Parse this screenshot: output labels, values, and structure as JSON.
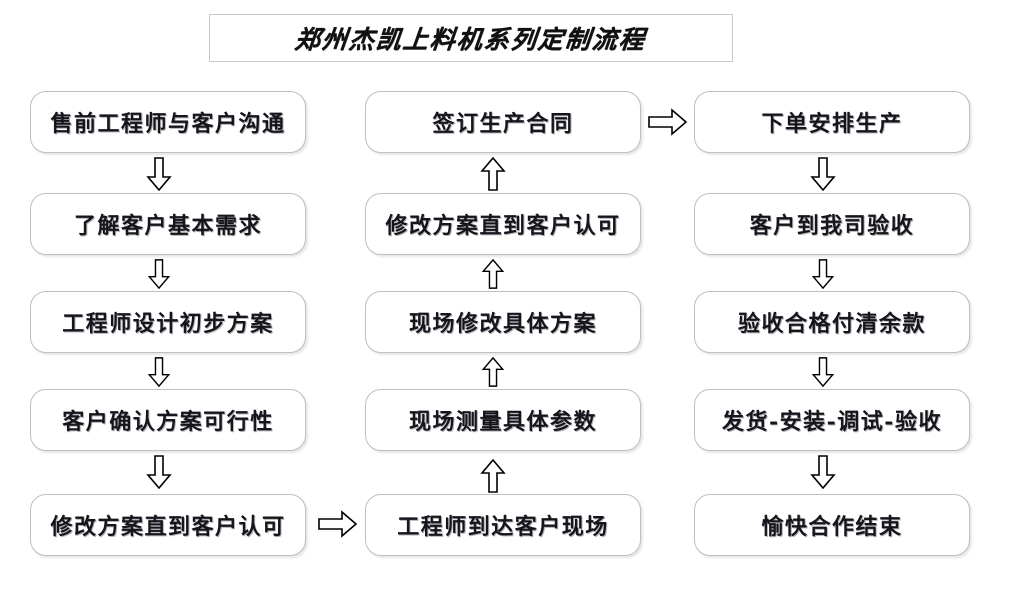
{
  "title": {
    "text": "郑州杰凯上料机系列定制流程"
  },
  "flow": {
    "left_column": [
      {
        "id": "node-l1",
        "label": "售前工程师与客户沟通"
      },
      {
        "id": "node-l2",
        "label": "了解客户基本需求"
      },
      {
        "id": "node-l3",
        "label": "工程师设计初步方案"
      },
      {
        "id": "node-l4",
        "label": "客户确认方案可行性"
      },
      {
        "id": "node-l5",
        "label": "修改方案直到客户认可"
      }
    ],
    "middle_column": [
      {
        "id": "node-m1",
        "label": "签订生产合同"
      },
      {
        "id": "node-m2",
        "label": "修改方案直到客户认可"
      },
      {
        "id": "node-m3",
        "label": "现场修改具体方案"
      },
      {
        "id": "node-m4",
        "label": "现场测量具体参数"
      },
      {
        "id": "node-m5",
        "label": "工程师到达客户现场"
      }
    ],
    "right_column": [
      {
        "id": "node-r1",
        "label": "下单安排生产"
      },
      {
        "id": "node-r2",
        "label": "客户到我司验收"
      },
      {
        "id": "node-r3",
        "label": "验收合格付清余款"
      },
      {
        "id": "node-r4",
        "label": "发货-安装-调试-验收"
      },
      {
        "id": "node-r5",
        "label": "愉快合作结束"
      }
    ],
    "connectors": [
      {
        "id": "arrow-l1-l2",
        "direction": "down"
      },
      {
        "id": "arrow-l2-l3",
        "direction": "down"
      },
      {
        "id": "arrow-l3-l4",
        "direction": "down"
      },
      {
        "id": "arrow-l4-l5",
        "direction": "down"
      },
      {
        "id": "arrow-l5-m5",
        "direction": "right"
      },
      {
        "id": "arrow-m5-m4",
        "direction": "up"
      },
      {
        "id": "arrow-m4-m3",
        "direction": "up"
      },
      {
        "id": "arrow-m3-m2",
        "direction": "up"
      },
      {
        "id": "arrow-m2-m1",
        "direction": "up"
      },
      {
        "id": "arrow-m1-r1",
        "direction": "right"
      },
      {
        "id": "arrow-r1-r2",
        "direction": "down"
      },
      {
        "id": "arrow-r2-r3",
        "direction": "down"
      },
      {
        "id": "arrow-r3-r4",
        "direction": "down"
      },
      {
        "id": "arrow-r4-r5",
        "direction": "down"
      }
    ]
  },
  "colors": {
    "background": "#ffffff",
    "node_border": "#bfbfbf",
    "node_fill": "#ffffff",
    "text": "#15151c",
    "arrow_stroke": "#000000",
    "title_border": "#c9c9c9"
  }
}
